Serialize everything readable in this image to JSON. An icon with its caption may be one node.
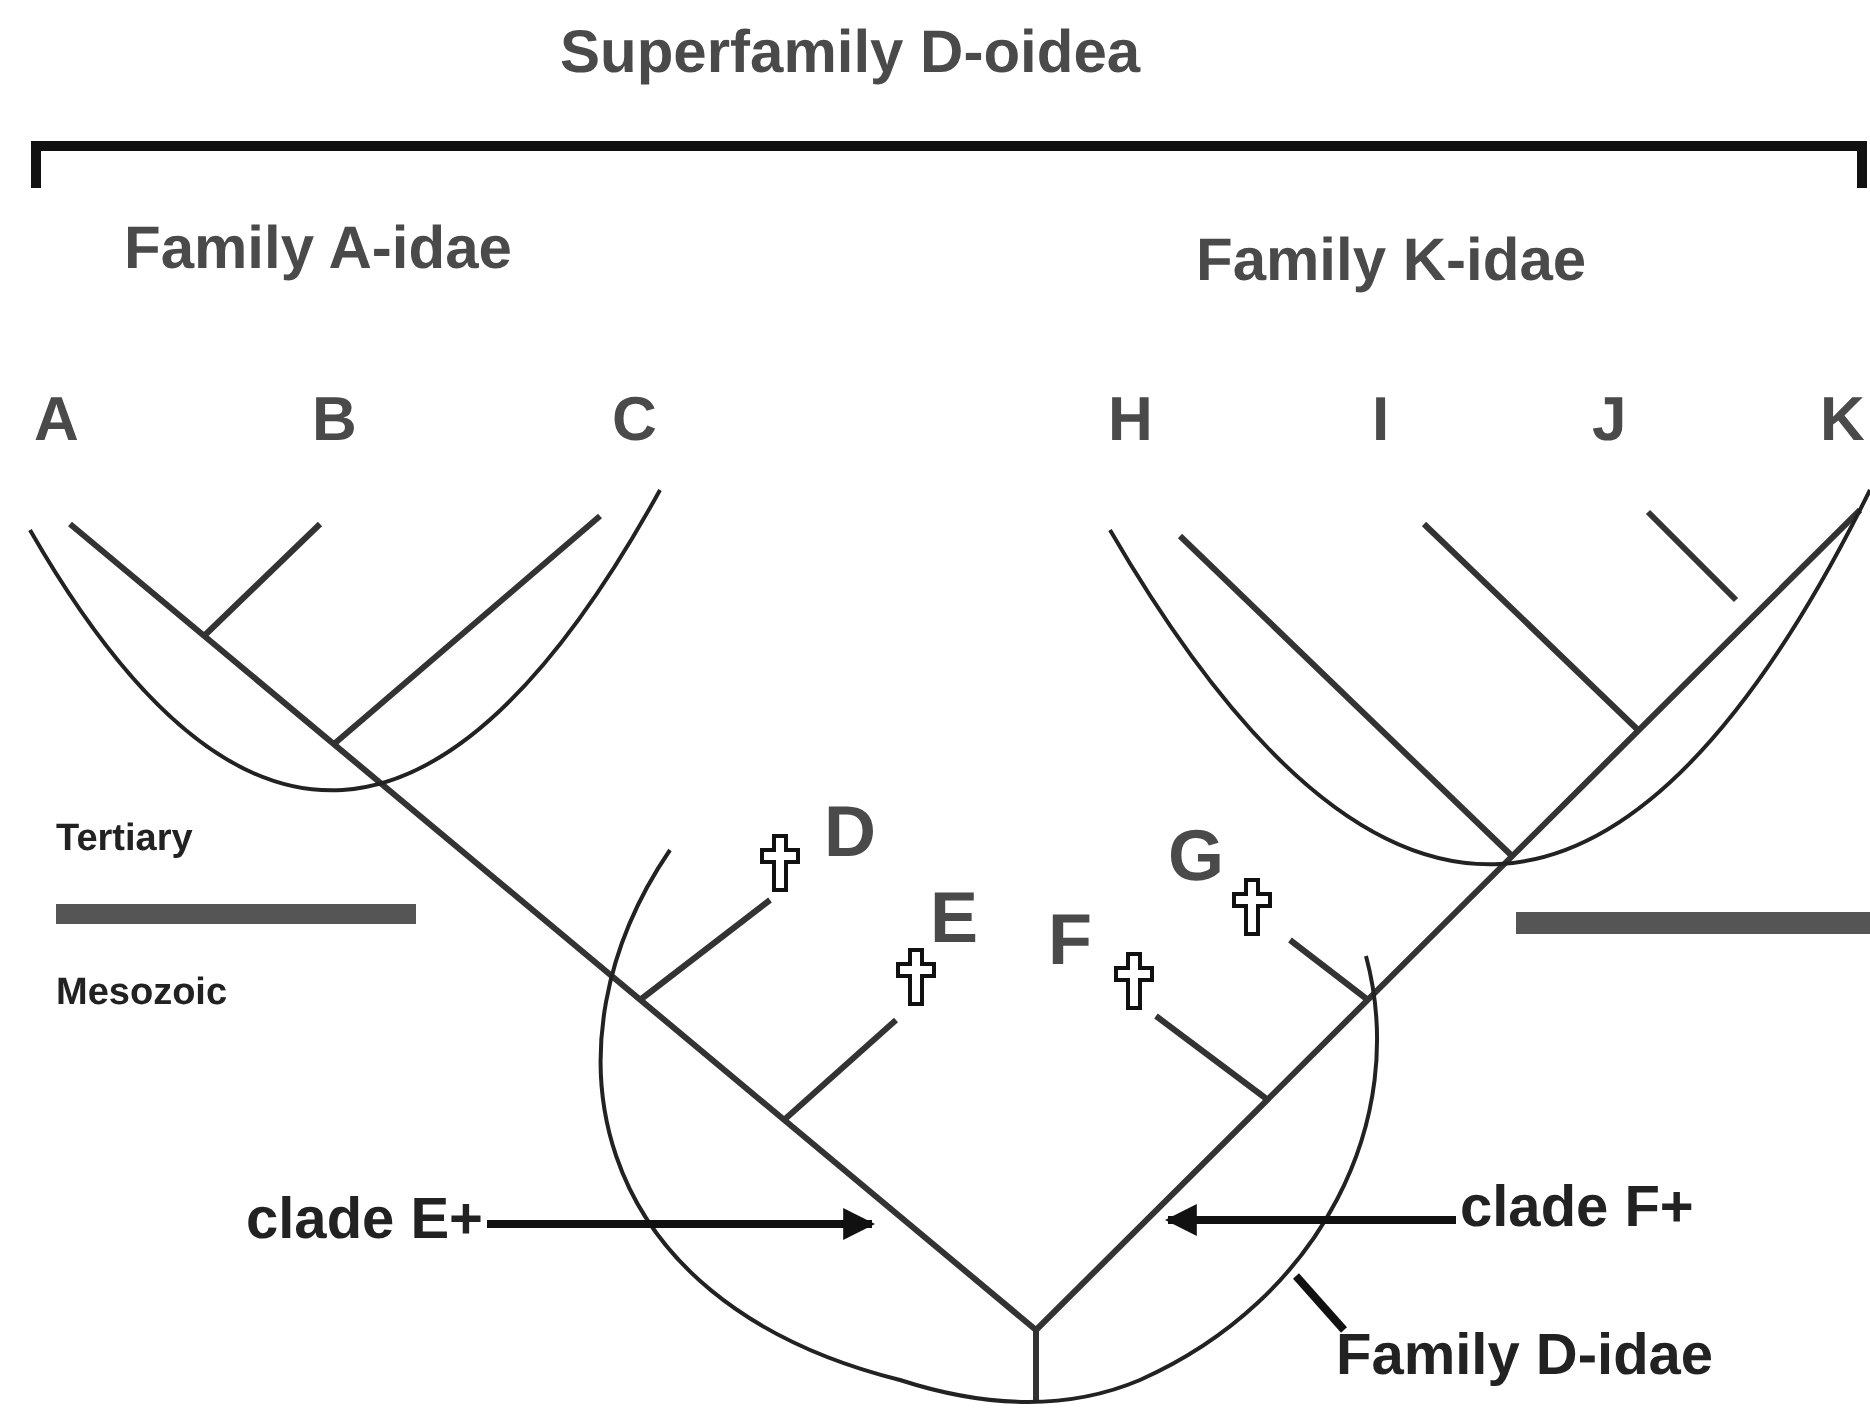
{
  "diagram": {
    "nodes": [
      {
        "text": [
          "clade E+"
        ]
      },
      {
        "text": [
          "clade F+"
        ]
      },
      {
        "text": [
          "Family D-idae"
        ]
      },
      {
        "text": [],
        "shape": "curve"
      }
    ],
    "edges": [
      {
        "from": 0,
        "to": 3,
        "arrow": "to"
      },
      {
        "from": 1,
        "to": 3,
        "arrow": "to"
      },
      {
        "from": 2,
        "to": 3,
        "arrow": "none"
      }
    ],
    "labels": [
      "Superfamily D-oidea",
      "Family A-idae",
      "Family K-idae",
      "A",
      "B",
      "C",
      "H",
      "I",
      "J",
      "K",
      "Tertiary",
      "D",
      "G",
      "E",
      "F",
      "Mesozoic"
    ]
  }
}
